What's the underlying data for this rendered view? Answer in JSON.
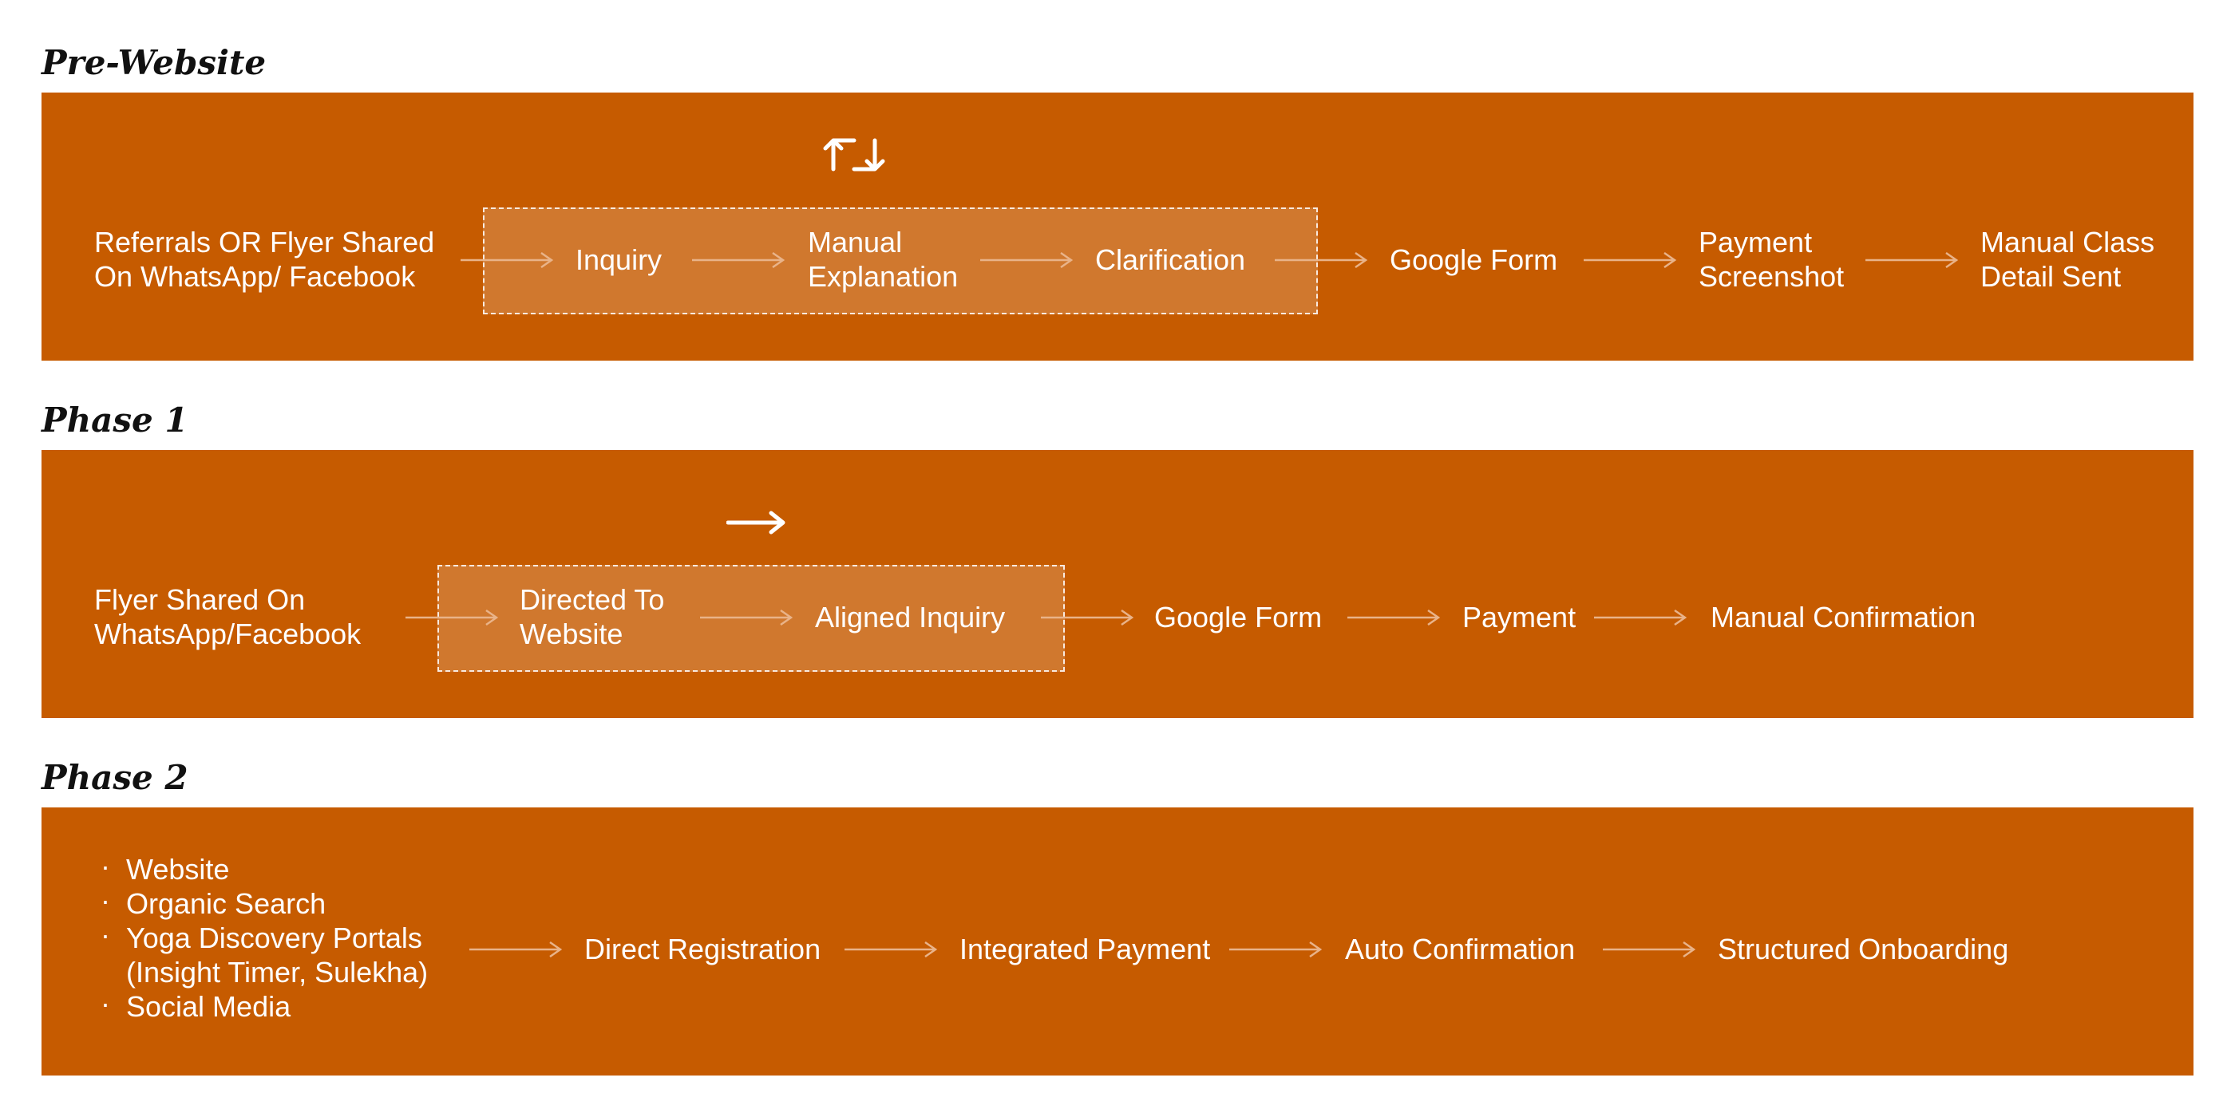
{
  "sections": {
    "pre_website": {
      "title": "Pre-Website",
      "steps": [
        [
          "Referrals OR Flyer Shared",
          "On WhatsApp/ Facebook"
        ],
        [
          "Inquiry"
        ],
        [
          "Manual",
          "Explanation"
        ],
        [
          "Clarification"
        ],
        [
          "Google Form"
        ],
        [
          "Payment",
          "Screenshot"
        ],
        [
          "Manual Class",
          "Detail Sent"
        ]
      ],
      "loop_icon": "repeat-loop-icon"
    },
    "phase1": {
      "title": "Phase 1",
      "steps": [
        [
          "Flyer Shared On",
          "WhatsApp/Facebook"
        ],
        [
          "Directed To",
          "Website"
        ],
        [
          "Aligned Inquiry"
        ],
        [
          "Google Form"
        ],
        [
          "Payment"
        ],
        [
          "Manual Confirmation"
        ]
      ],
      "flow_icon": "right-arrow-icon"
    },
    "phase2": {
      "title": "Phase 2",
      "sources": [
        [
          "Website"
        ],
        [
          "Organic Search"
        ],
        [
          "Yoga Discovery Portals",
          "(Insight Timer, Sulekha)"
        ],
        [
          "Social Media"
        ]
      ],
      "steps": [
        "Direct Registration",
        "Integrated Payment",
        "Auto Confirmation",
        "Structured Onboarding"
      ]
    }
  },
  "colors": {
    "band": "#c65b00",
    "text": "#ffffff",
    "title": "#111111",
    "arrow": "#e9b389"
  }
}
